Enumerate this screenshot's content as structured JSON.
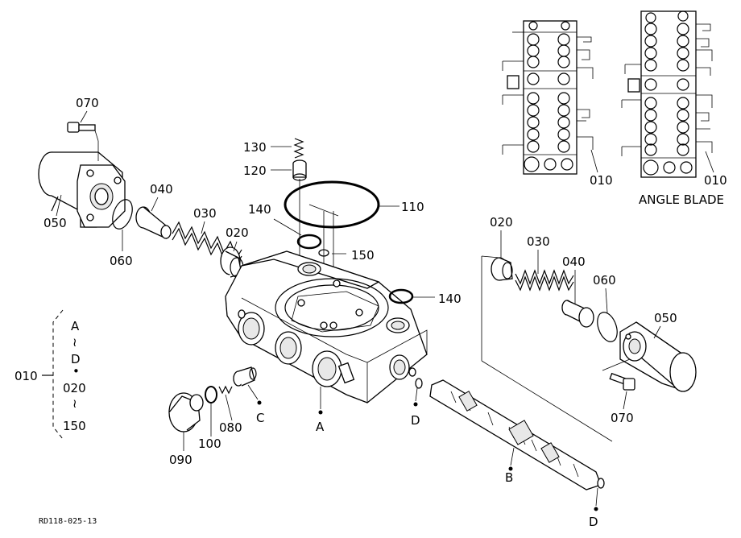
{
  "part_labels": {
    "l070a": "070",
    "l050a": "050",
    "l060a": "060",
    "l040a": "040",
    "l030a": "030",
    "l020a": "020",
    "l130": "130",
    "l120": "120",
    "l110": "110",
    "l140a": "140",
    "l150": "150",
    "l140b": "140",
    "l020b": "020",
    "l030b": "030",
    "l040b": "040",
    "l060b": "060",
    "l050b": "050",
    "l070b": "070",
    "l090": "090",
    "l100": "100",
    "l080": "080",
    "l010a": "010",
    "l010b": "010",
    "l010c": "010"
  },
  "callouts": {
    "a": "A",
    "b": "B",
    "c": "C",
    "d1": "D",
    "d2": "D"
  },
  "bracket": {
    "a": "A",
    "tilde1": "≀",
    "d": "D",
    "dot": "•",
    "n020": "020",
    "tilde2": "≀",
    "n150": "150"
  },
  "caption": "ANGLE BLADE",
  "figure_code": "RD118-025-13"
}
